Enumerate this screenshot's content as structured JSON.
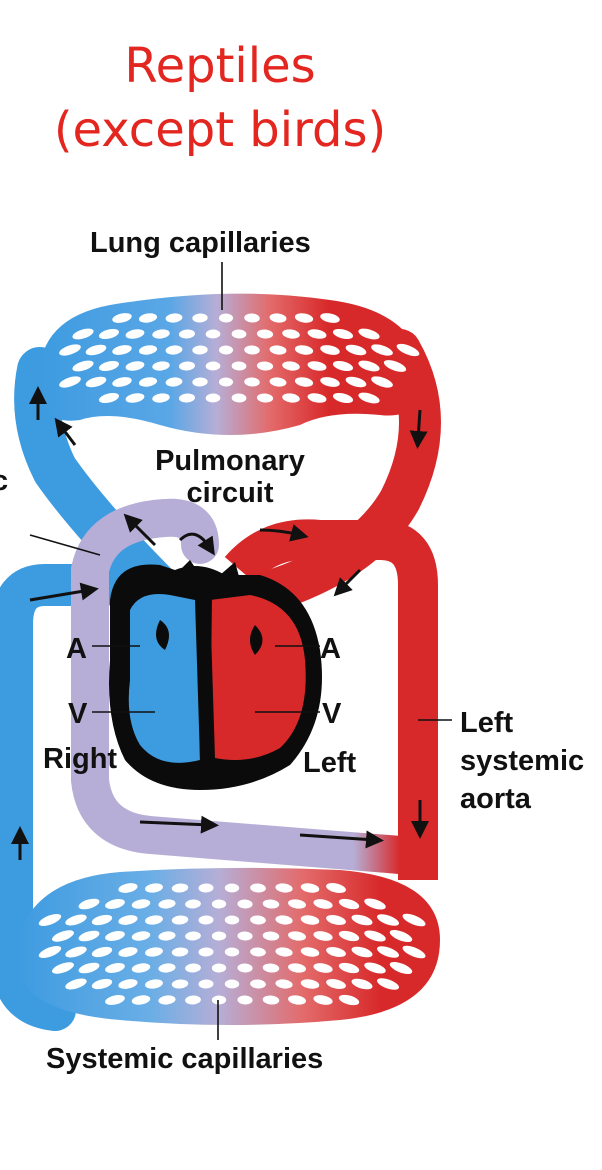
{
  "title": {
    "line1": "Reptiles",
    "line2": "(except birds)"
  },
  "labels": {
    "lung_capillaries": "Lung capillaries",
    "pulmonary_line1": "Pulmonary",
    "pulmonary_line2": "circuit",
    "atrium_right": "A",
    "atrium_left": "A",
    "ventricle_right": "V",
    "ventricle_left": "V",
    "right": "Right",
    "left": "Left",
    "aorta_line1": "Left",
    "aorta_line2": "systemic",
    "aorta_line3": "aorta",
    "cut_mark": "c",
    "systemic_capillaries": "Systemic capillaries"
  },
  "colors": {
    "title": "#e3261f",
    "oxygen_poor": "#3d9be0",
    "oxygen_rich": "#d8292a",
    "mixed": "#b6aed6",
    "heart": "#0b0b0b",
    "text": "#111111"
  }
}
